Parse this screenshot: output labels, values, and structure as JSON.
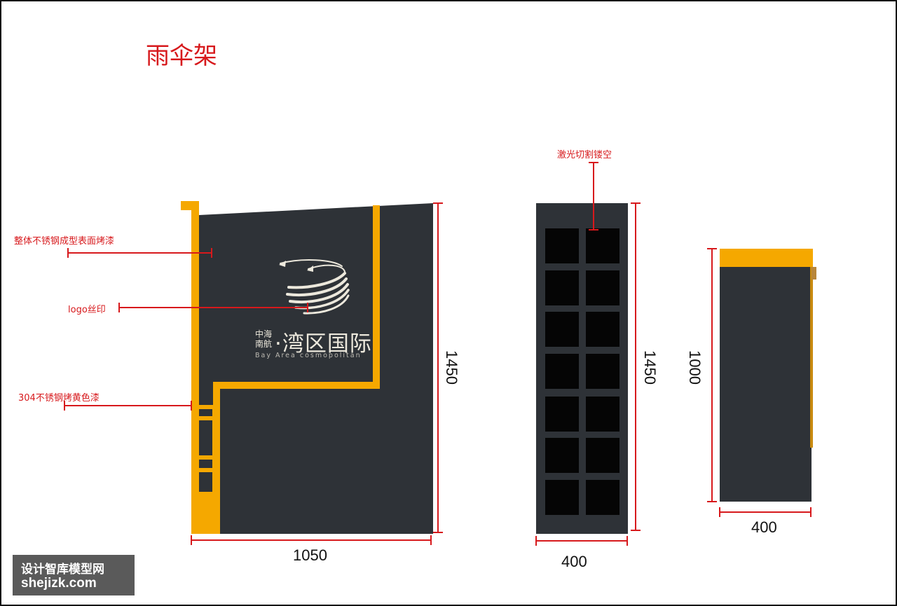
{
  "title": "雨伞架",
  "annotations": {
    "laser_cut": "激光切割镂空",
    "stainless_body": "整体不锈钢成型表面烤漆",
    "logo_print": "logo丝印",
    "yellow_paint": "304不锈钢烤黄色漆"
  },
  "logo": {
    "cn_small_line1": "中海",
    "cn_small_line2": "南航",
    "cn_big": "·湾区国际",
    "en": "Bay Area cosmopolitan"
  },
  "dimensions": {
    "front_height": "1450",
    "front_width": "1050",
    "side_height": "1450",
    "side_width": "400",
    "top_height": "1000",
    "top_width": "400"
  },
  "watermark": {
    "cn": "设计智库模型网",
    "en": "shejizk.com"
  },
  "colors": {
    "panel_dark": "#2e3237",
    "accent_yellow": "#f5a800",
    "annotation_red": "#d7191c",
    "cutout_black": "#050505"
  }
}
